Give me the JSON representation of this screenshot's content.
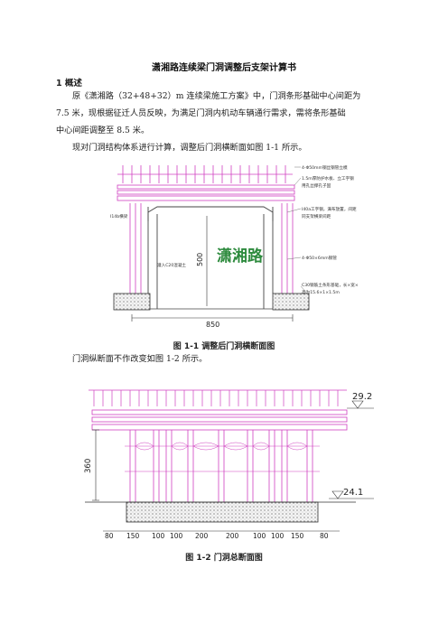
{
  "doc": {
    "title": "潇湘路连续梁门洞调整后支架计算书",
    "section1_heading": "1 概述",
    "para1_line1": "原《潇湘路（32+48+32）m 连续梁施工方案》中，门洞条形基础中心间距为",
    "para1_line2": "7.5 米，现根据征迁人员反映，为满足门洞内机动车辆通行需求，需将条形基础",
    "para1_line3": "中心间距调整至 8.5 米。",
    "para2": "现对门洞结构体系进行计算，调整后门洞横断面如图 1-1 所示。",
    "caption1": "图 1-1 调整后门洞横断面图",
    "para3": "门洞纵断面不作改变如图 1-2 所示。",
    "caption2": "图 1-2 门洞总断面图"
  },
  "fig1": {
    "label_top1": "4-Φ50mm钢丝钢管立模",
    "label_top2": "1.5m厚防护水板、立工字钢",
    "label_top3": "用孔丝撑孔子固",
    "label_beam": "I14b横梁",
    "label_mid1": "I40a工字钢，满布放置，间距",
    "label_mid2": "同支架横梁间距",
    "label_fill": "灌入C20混凝土",
    "label_pipe": "4-Φ50×6mm钢管",
    "label_base1": "C30钢筋土条形基础，长×宽×",
    "label_base2": "高为15.6×1×1.5m",
    "road_name": "潇湘路",
    "dim_height": "500",
    "dim_width": "850"
  },
  "fig2": {
    "elev_top": "29.2",
    "elev_bottom": "24.1",
    "dim_height": "360",
    "spans": [
      "80",
      "150",
      "100",
      "100",
      "200",
      "200",
      "100",
      "100",
      "150",
      "80"
    ]
  }
}
